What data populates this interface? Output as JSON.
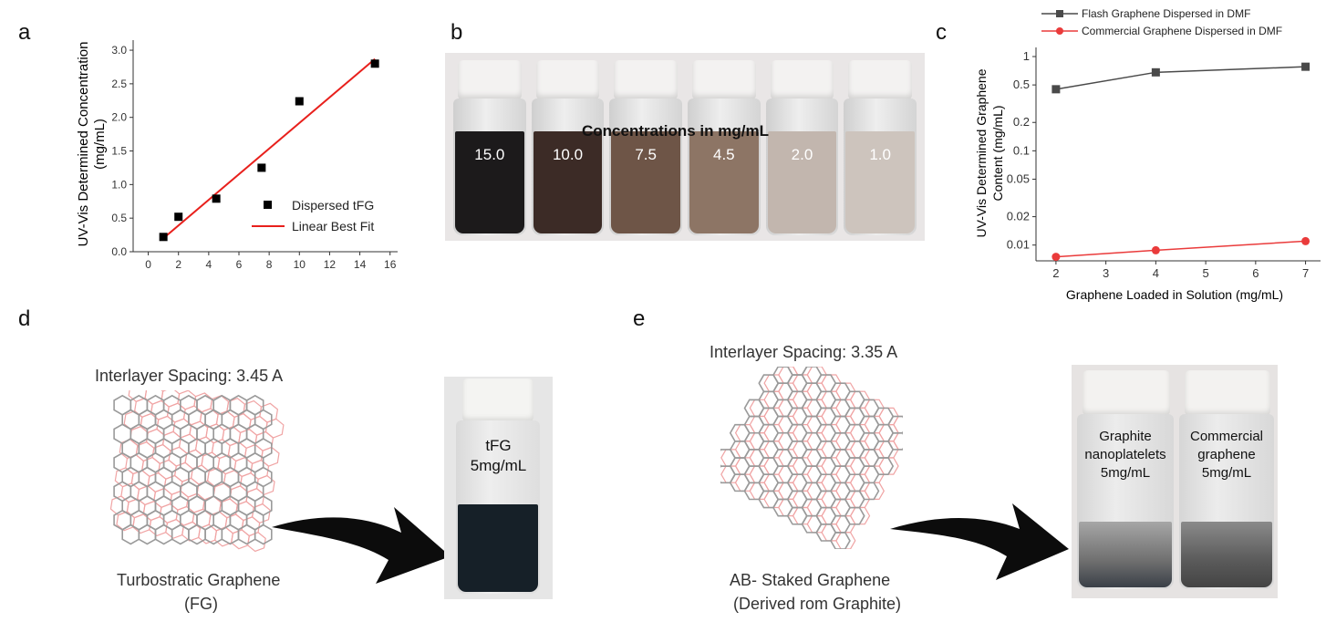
{
  "panels": {
    "a": {
      "letter": "a",
      "chart_data": {
        "type": "scatter",
        "x": [
          1,
          2,
          4.5,
          7.5,
          10,
          15
        ],
        "y": [
          0.22,
          0.52,
          0.79,
          1.25,
          2.24,
          2.8
        ],
        "fit": {
          "name": "Linear Best Fit",
          "x": [
            1,
            15
          ],
          "y": [
            0.2,
            2.87
          ]
        },
        "series": [
          {
            "name": "Dispersed tFG",
            "x": [
              1,
              2,
              4.5,
              7.5,
              10,
              15
            ],
            "y": [
              0.22,
              0.52,
              0.79,
              1.25,
              2.24,
              2.8
            ],
            "color": "#000000"
          },
          {
            "name": "Linear Best Fit",
            "color": "#e8201c"
          }
        ],
        "ylabel_line1": "UV-Vis Determined Concentration",
        "ylabel_line2": "(mg/mL)",
        "xlim": [
          -1,
          16.5
        ],
        "ylim": [
          0,
          3.15
        ],
        "xticks": [
          "0",
          "2",
          "4",
          "6",
          "8",
          "10",
          "12",
          "14",
          "16"
        ],
        "yticks": [
          "0.0",
          "0.5",
          "1.0",
          "1.5",
          "2.0",
          "2.5",
          "3.0"
        ],
        "legend": "lower-right",
        "grid": false
      }
    },
    "b": {
      "letter": "b",
      "title": "Concentrations in mg/mL",
      "vials": [
        {
          "label": "15.0",
          "color": "#1c1a1b"
        },
        {
          "label": "10.0",
          "color": "#3c2b26"
        },
        {
          "label": "7.5",
          "color": "#6e5547"
        },
        {
          "label": "4.5",
          "color": "#8d7565"
        },
        {
          "label": "2.0",
          "color": "#c2b6ae"
        },
        {
          "label": "1.0",
          "color": "#cdc4bd"
        }
      ]
    },
    "c": {
      "letter": "c",
      "chart_data": {
        "type": "line",
        "x": [
          2,
          4,
          7
        ],
        "series": [
          {
            "name": "Flash Graphene Dispersed in DMF",
            "values": [
              0.45,
              0.68,
              0.78
            ],
            "color": "#4a4a4a",
            "marker": "square"
          },
          {
            "name": "Commercial Graphene Dispersed in DMF",
            "values": [
              0.0075,
              0.0088,
              0.011
            ],
            "color": "#ea3b3b",
            "marker": "circle"
          }
        ],
        "ylabel_line1": "UV-Vis Determined Graphene",
        "ylabel_line2": "Content (mg/mL)",
        "xlabel": "Graphene Loaded in Solution (mg/mL)",
        "xlim": [
          1.6,
          7.3
        ],
        "ylim": [
          0.0068,
          1.25
        ],
        "yscale": "log",
        "xticks": [
          "2",
          "3",
          "4",
          "5",
          "6",
          "7"
        ],
        "yticks": [
          "1",
          "0.5",
          "0.2",
          "0.1",
          "0.05",
          "0.02",
          "0.01"
        ],
        "yticks_values": [
          1,
          0.5,
          0.2,
          0.1,
          0.05,
          0.02,
          0.01
        ],
        "legend": "top",
        "grid": false
      }
    },
    "d": {
      "letter": "d",
      "spacing_label": "Interlayer Spacing: 3.45 A",
      "caption_line1": "Turbostratic Graphene",
      "caption_line2": "(FG)",
      "vial_line1": "tFG",
      "vial_line2": "5mg/mL"
    },
    "e": {
      "letter": "e",
      "spacing_label": "Interlayer Spacing: 3.35 A",
      "caption_line1": "AB- Staked Graphene",
      "caption_line2": "(Derived rom Graphite)",
      "vial1_line1": "Graphite",
      "vial1_line2": "nanoplatelets",
      "vial1_line3": "5mg/mL",
      "vial2_line1": "Commercial",
      "vial2_line2": "graphene",
      "vial2_line3": "5mg/mL"
    }
  }
}
